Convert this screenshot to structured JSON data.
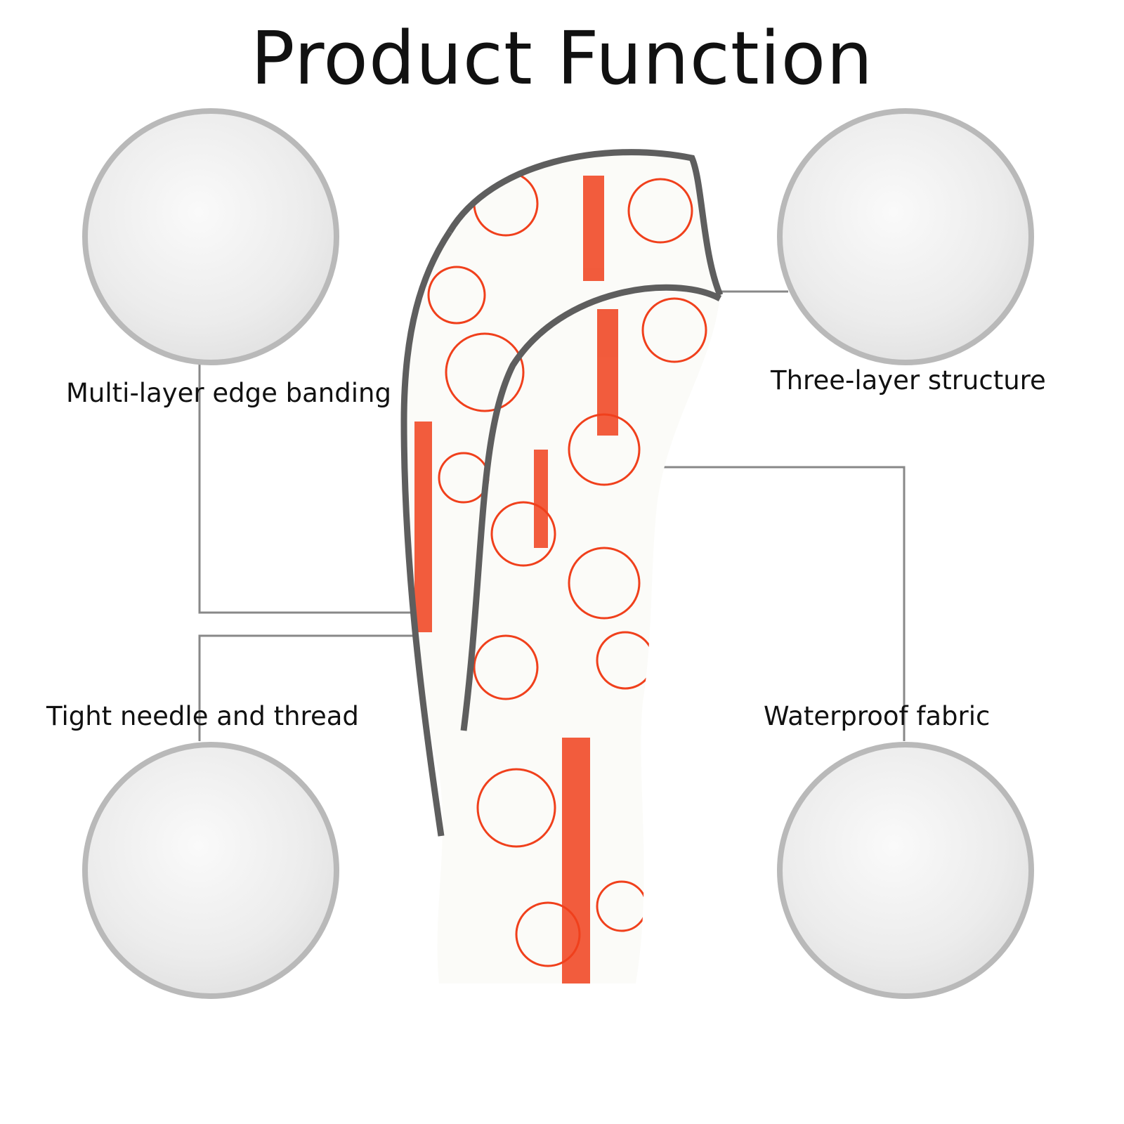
{
  "title": "Product Function",
  "features": [
    {
      "label": "Multi-layer edge banding"
    },
    {
      "label": "Three-layer structure"
    },
    {
      "label": "Tight needle and thread"
    },
    {
      "label": "Waterproof fabric"
    }
  ],
  "colors": {
    "accent": "#f0401c",
    "outline": "#5e5e5e",
    "circle_border": "#b9b9b9"
  }
}
